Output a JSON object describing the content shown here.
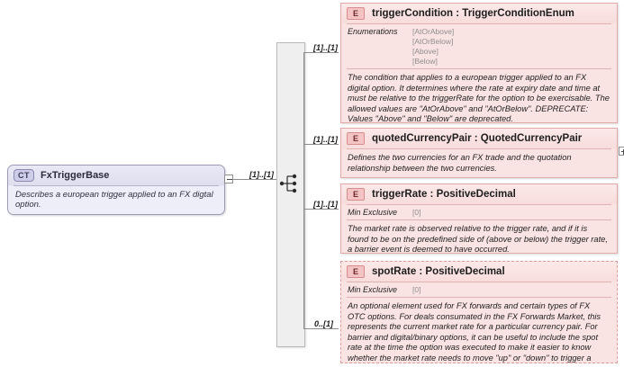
{
  "diagram": {
    "type": "xsd-schema-diagram",
    "complex_type": {
      "badge": "CT",
      "name": "FxTriggerBase",
      "annotation": "Describes a european trigger applied to an FX digtal option."
    },
    "compositor": {
      "kind": "sequence",
      "icon": "sequence-icon",
      "inbound_cardinality": "[1]..[1]"
    },
    "elements": [
      {
        "badge": "E",
        "name": "triggerCondition : TriggerConditionEnum",
        "cardinality": "[1]..[1]",
        "optional": false,
        "expandable": false,
        "facet": {
          "label": "Enumerations",
          "values": [
            "[AtOrAbove]",
            "[AtOrBelow]",
            "[Above]",
            "[Below]"
          ]
        },
        "annotation": "The condition that applies to a european trigger applied to an FX digital option. It determines where the rate at expiry date and time at must be relative to the triggerRate for the option to be exercisable. The allowed values are \"AtOrAbove\" and \"AtOrBelow\". DEPRECATE: Values \"Above\" and \"Below\" are deprecated."
      },
      {
        "badge": "E",
        "name": "quotedCurrencyPair : QuotedCurrencyPair",
        "cardinality": "[1]..[1]",
        "optional": false,
        "expandable": true,
        "facet": null,
        "annotation": "Defines the two currencies for an FX trade and the quotation relationship between the two currencies."
      },
      {
        "badge": "E",
        "name": "triggerRate : PositiveDecimal",
        "cardinality": "[1]..[1]",
        "optional": false,
        "expandable": false,
        "facet": {
          "label": "Min Exclusive",
          "values": [
            "[0]"
          ]
        },
        "annotation": "The market rate is observed relative to the trigger rate, and if it is found to be on the predefined side of (above or below) the trigger rate, a barrier event is deemed to have occurred."
      },
      {
        "badge": "E",
        "name": "spotRate : PositiveDecimal",
        "cardinality": "0..[1]",
        "optional": true,
        "expandable": false,
        "facet": {
          "label": "Min Exclusive",
          "values": [
            "[0]"
          ]
        },
        "annotation": "An optional element used for FX forwards and certain types of FX OTC options. For deals consumated in the FX Forwards Market, this represents the current market rate for a particular currency pair. For barrier and digital/binary options, it can be useful to include the spot rate at the time the option was executed to make it easier to know whether the market rate needs to move \"up\" or \"down\" to trigger a barrier event."
      }
    ],
    "colors": {
      "element_fill": "#fae3e3",
      "element_border": "#e3a9a9",
      "complextype_fill": "#e8e8f5",
      "complextype_border": "#9a9ab5",
      "connector": "#8d8d8d",
      "compositor_panel": "#efefef"
    }
  }
}
